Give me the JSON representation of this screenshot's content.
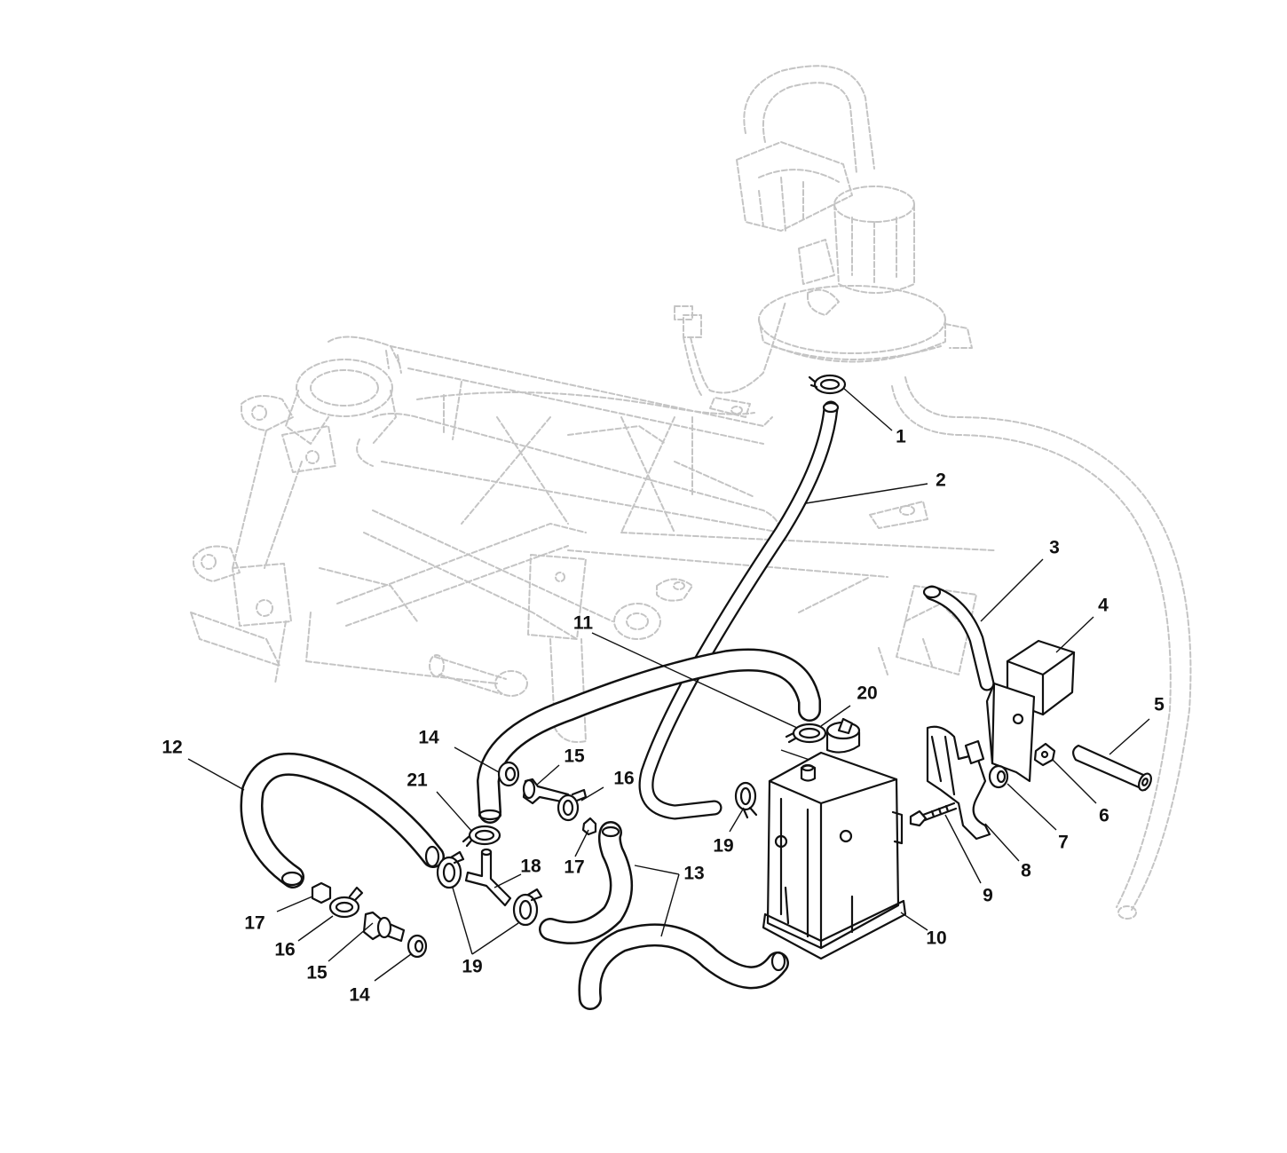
{
  "callouts": [
    {
      "id": "c1",
      "label": "1"
    },
    {
      "id": "c2",
      "label": "2"
    },
    {
      "id": "c3",
      "label": "3"
    },
    {
      "id": "c4",
      "label": "4"
    },
    {
      "id": "c5",
      "label": "5"
    },
    {
      "id": "c6",
      "label": "6"
    },
    {
      "id": "c7",
      "label": "7"
    },
    {
      "id": "c8",
      "label": "8"
    },
    {
      "id": "c9",
      "label": "9"
    },
    {
      "id": "c10",
      "label": "10"
    },
    {
      "id": "c11",
      "label": "11"
    },
    {
      "id": "c12",
      "label": "12"
    },
    {
      "id": "c13",
      "label": "13"
    },
    {
      "id": "c14a",
      "label": "14"
    },
    {
      "id": "c14b",
      "label": "14"
    },
    {
      "id": "c15a",
      "label": "15"
    },
    {
      "id": "c15b",
      "label": "15"
    },
    {
      "id": "c16a",
      "label": "16"
    },
    {
      "id": "c16b",
      "label": "16"
    },
    {
      "id": "c17a",
      "label": "17"
    },
    {
      "id": "c17b",
      "label": "17"
    },
    {
      "id": "c18",
      "label": "18"
    },
    {
      "id": "c19a",
      "label": "19"
    },
    {
      "id": "c19b",
      "label": "19"
    },
    {
      "id": "c20",
      "label": "20"
    },
    {
      "id": "c21",
      "label": "21"
    }
  ]
}
